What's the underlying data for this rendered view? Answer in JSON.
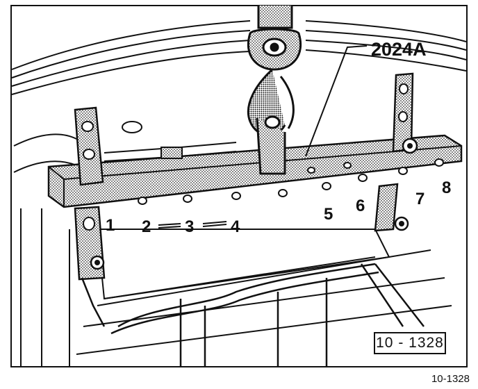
{
  "tool_label": "2024A",
  "positions": [
    "1",
    "2",
    "3",
    "4",
    "5",
    "6",
    "7",
    "8"
  ],
  "tag_label": "10 - 1328",
  "figure_id": "10-1328",
  "colors": {
    "ink": "#111111",
    "background": "#ffffff",
    "stipple": "#6b6b6b"
  }
}
